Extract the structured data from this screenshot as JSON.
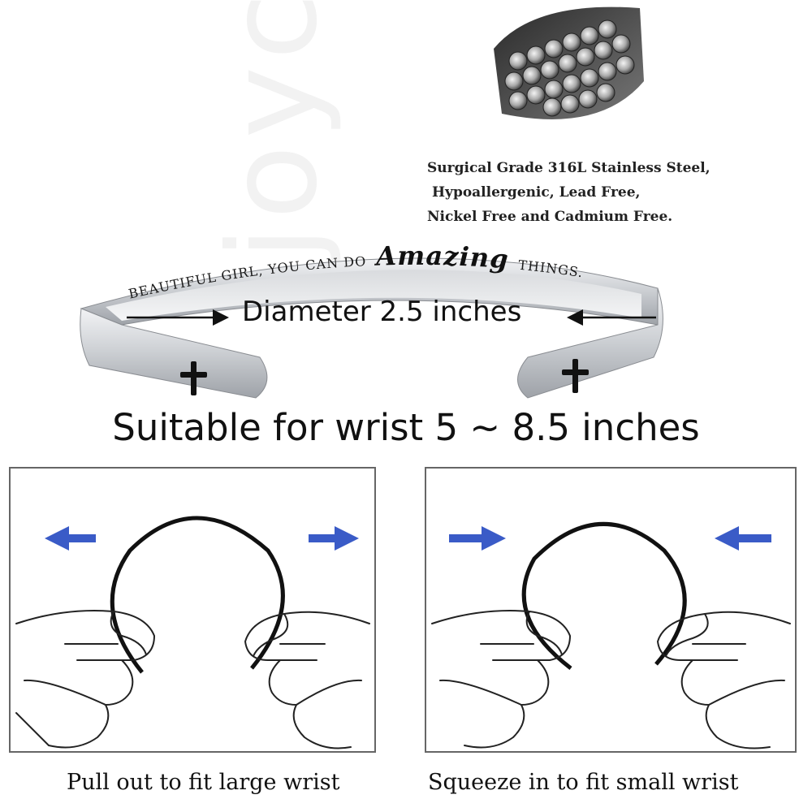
{
  "steel_caption": {
    "line1": "Surgical Grade 316L Stainless Steel,",
    "line2": "Hypoallergenic, Lead Free,",
    "line3": "Nickel Free and Cadmium Free."
  },
  "engraving": {
    "prefix": "BEAUTIFUL GIRL, YOU CAN DO",
    "script_word": "Amazing",
    "suffix": "THINGS."
  },
  "diameter_label": "Diameter 2.5 inches",
  "wrist_fit_label": "Suitable for wrist 5 ~ 8.5 inches",
  "panels": {
    "left_caption": "Pull out to fit large wrist",
    "right_caption": "Squeeze in to fit small wrist"
  },
  "watermark_text": "joycuff",
  "colors": {
    "arrow_blue": "#3a5bc7",
    "steel": "#c9ccd1",
    "cross": "#111111"
  }
}
